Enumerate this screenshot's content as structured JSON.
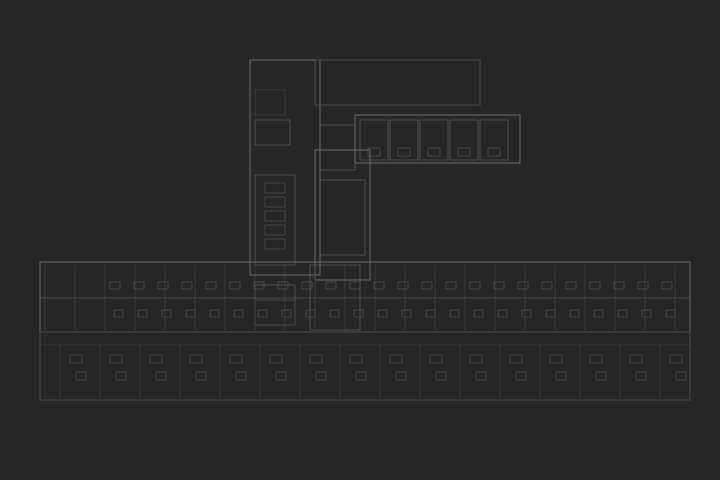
{
  "view": {
    "type": "architectural floor plan",
    "theme": "dark"
  },
  "colors": {
    "background": "#262626",
    "wall": "#6a6a6a",
    "wall_faint": "#4a4a4a",
    "furniture": "#5c5c5c"
  },
  "plan": {
    "wings": [
      "north-tower",
      "north-east-wing",
      "central-core",
      "main-bar",
      "south-bar"
    ]
  }
}
